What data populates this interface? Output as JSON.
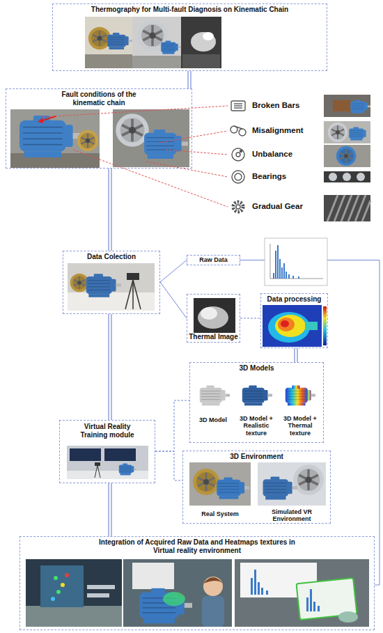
{
  "diagram": {
    "nodes": [
      {
        "text": [
          "Thermography for Multi-fault Diagnosis on Kinematic Chain"
        ]
      },
      {
        "text": [
          "Fault conditions of the kinematic chain"
        ]
      },
      {
        "text": [
          "Data Colection"
        ]
      },
      {
        "text": [
          "Raw Data"
        ]
      },
      {
        "text": [
          "Thermal Image"
        ]
      },
      {
        "text": [
          "Data processing"
        ]
      },
      {
        "text": [
          "3D Models"
        ]
      },
      {
        "text": [
          "Virtual Reality Training module"
        ]
      },
      {
        "text": [
          "3D Environment"
        ]
      },
      {
        "text": [
          "Integration of Acquired Raw Data and Heatmaps textures in Virtual reality environment"
        ]
      }
    ],
    "edges": [
      {
        "from": 0,
        "to": 1,
        "arrow": "none"
      },
      {
        "from": 1,
        "to": 2,
        "arrow": "none"
      },
      {
        "from": 2,
        "to": 7,
        "arrow": "none"
      },
      {
        "from": 7,
        "to": 9,
        "arrow": "none"
      },
      {
        "from": 2,
        "to": 3,
        "arrow": "none"
      },
      {
        "from": 2,
        "to": 4,
        "arrow": "none"
      },
      {
        "from": 4,
        "to": 5,
        "arrow": "none"
      },
      {
        "from": 5,
        "to": 6,
        "arrow": "none"
      },
      {
        "from": 7,
        "to": 6,
        "arrow": "none"
      },
      {
        "from": 7,
        "to": 8,
        "arrow": "none"
      },
      {
        "from": 3,
        "to": 9,
        "arrow": "none"
      }
    ],
    "labels": [
      "Broken Bars",
      "Misalignment",
      "Unbalance",
      "Bearings",
      "Gradual Gear",
      "3D Model",
      "3D Model + Realistic texture",
      "3D Model + Thermal texture",
      "Real System",
      "Simulated VR Environment"
    ]
  }
}
